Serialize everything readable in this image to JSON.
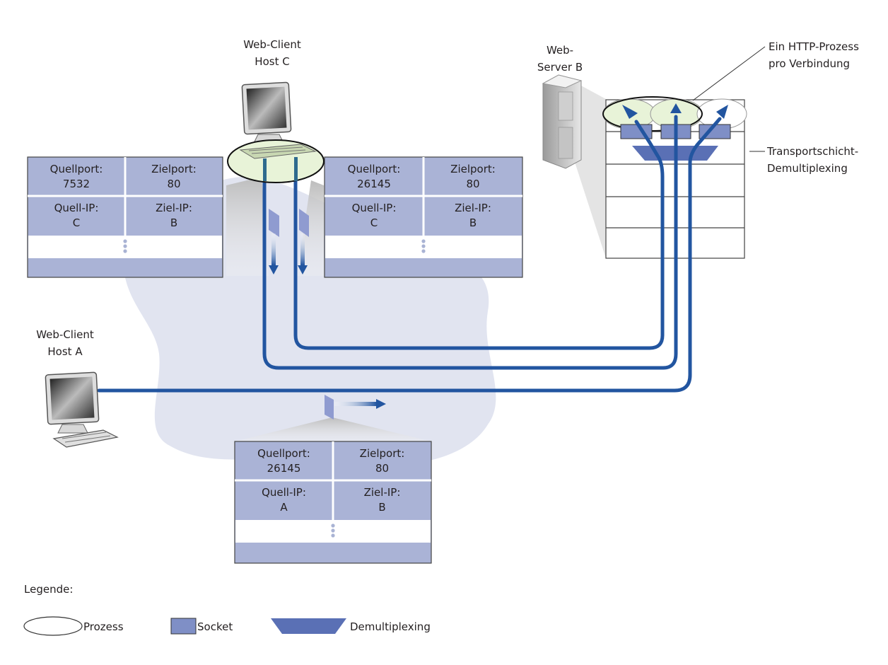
{
  "labels": {
    "host_c": [
      "Web-Client",
      "Host C"
    ],
    "host_a": [
      "Web-Client",
      "Host A"
    ],
    "server_b": [
      "Web-",
      "Server B"
    ],
    "http_process": [
      "Ein HTTP-Prozess",
      "pro Verbindung"
    ],
    "transport_demux": [
      "Transportschicht-",
      "Demultiplexing"
    ]
  },
  "segments": [
    {
      "id": "seg-c-7532",
      "src_port_label": "Quellport:",
      "src_port": "7532",
      "dst_port_label": "Zielport:",
      "dst_port": "80",
      "src_ip_label": "Quell-IP:",
      "src_ip": "C",
      "dst_ip_label": "Ziel-IP:",
      "dst_ip": "B"
    },
    {
      "id": "seg-c-26145",
      "src_port_label": "Quellport:",
      "src_port": "26145",
      "dst_port_label": "Zielport:",
      "dst_port": "80",
      "src_ip_label": "Quell-IP:",
      "src_ip": "C",
      "dst_ip_label": "Ziel-IP:",
      "dst_ip": "B"
    },
    {
      "id": "seg-a-26145",
      "src_port_label": "Quellport:",
      "src_port": "26145",
      "dst_port_label": "Zielport:",
      "dst_port": "80",
      "src_ip_label": "Quell-IP:",
      "src_ip": "A",
      "dst_ip_label": "Ziel-IP:",
      "dst_ip": "B"
    }
  ],
  "legend": {
    "title": "Legende:",
    "items": [
      {
        "shape": "ellipse",
        "label": "Prozess"
      },
      {
        "shape": "rect",
        "label": "Socket"
      },
      {
        "shape": "trapezoid",
        "label": "Demultiplexing"
      }
    ]
  },
  "colors": {
    "line": "#2255a0",
    "cell_fill": "#aab3d6",
    "socket": "#7f8fc6",
    "demux": "#5a70b5",
    "cloud": "#e1e4f0",
    "process_active": "#e8f3d8"
  }
}
